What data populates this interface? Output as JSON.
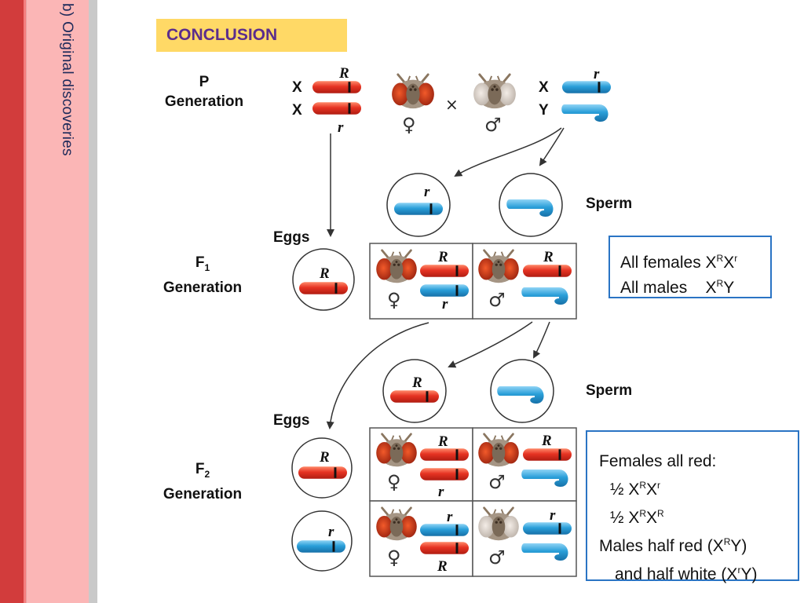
{
  "sidebar": {
    "title": "b) Original discoveries"
  },
  "header": {
    "conclusion": "CONCLUSION"
  },
  "p_generation": {
    "label": "P Generation",
    "female_chromosomes": [
      "X",
      "X"
    ],
    "female_alleles": [
      "R",
      "r"
    ],
    "male_chromosomes": [
      "X",
      "Y"
    ],
    "male_allele": "r",
    "female_symbol": "♀",
    "male_symbol": "♂",
    "cross_symbol": "×"
  },
  "f1_generation": {
    "label": "F",
    "subscript": "1",
    "label_suffix": "Generation",
    "eggs_label": "Eggs",
    "sperm_label": "Sperm",
    "egg_allele": "R",
    "sperm_allele": "r",
    "female_cell_alleles": [
      "R",
      "r"
    ],
    "male_cell_allele": "R",
    "summary": {
      "female_prefix": "All females X",
      "female_sup1": "R",
      "female_mid": "X",
      "female_sup2": "r",
      "male_prefix": "All males    X",
      "male_sup": "R",
      "male_suffix": "Y"
    }
  },
  "f2_generation": {
    "label": "F",
    "subscript": "2",
    "label_suffix": "Generation",
    "eggs_label": "Eggs",
    "sperm_label": "Sperm",
    "egg_alleles": [
      "R",
      "r"
    ],
    "sperm_allele": "R",
    "cells": [
      {
        "alleles": [
          "R",
          "r"
        ]
      },
      {
        "alleles": [
          "R"
        ]
      },
      {
        "alleles": [
          "r",
          "R"
        ]
      },
      {
        "alleles": [
          "r"
        ]
      }
    ],
    "summary": {
      "line1": "Females all red:",
      "line2_prefix": "½ X",
      "line2_sup1": "R",
      "line2_mid": "X",
      "line2_sup2": "r",
      "line3_prefix": "½ X",
      "line3_sup1": "R",
      "line3_mid": "X",
      "line3_sup2": "R",
      "line4_prefix": "Males half red (X",
      "line4_sup": "R",
      "line4_suffix": "Y)",
      "line5_prefix": "and half white (X",
      "line5_sup": "r",
      "line5_suffix": "Y)"
    }
  },
  "colors": {
    "red_chromosome": "#e63323",
    "blue_chromosome": "#2a9fd9",
    "box_border": "#2a74c4",
    "header_bg": "#ffd966",
    "header_text": "#5b2d8c"
  }
}
